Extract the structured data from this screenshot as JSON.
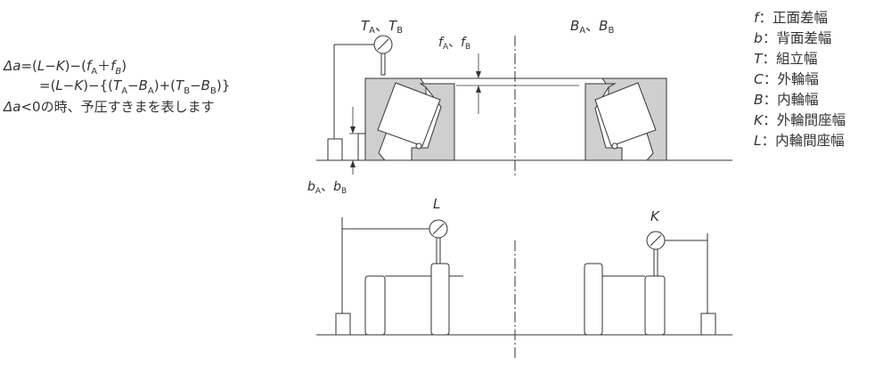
{
  "formula": {
    "line1": "Δa=(L−K)−(fA＋fB)",
    "line1_parts": {
      "a": "Δ",
      "b": "a",
      "c": "=(",
      "d": "L",
      "e": "−",
      "f": "K",
      "g": ")−(",
      "h": "f",
      "i": "A",
      "j": "＋",
      "k": "f",
      "l": "B",
      "m": ")"
    },
    "line2_parts": {
      "a": "=(",
      "b": "L",
      "c": "−",
      "d": "K",
      "e": ")−{(",
      "f": "T",
      "g": "A",
      "h": "−",
      "i": "B",
      "j": "A",
      "k": ")+(",
      "l": "T",
      "m": "B",
      "n": "−",
      "o": "B",
      "p": "B",
      "q": ")}"
    },
    "line3_parts": {
      "a": "Δ",
      "b": "a",
      "c": "<0の時、予圧すきまを表します"
    }
  },
  "legend": [
    {
      "symbol": "f",
      "text": "：正面差幅"
    },
    {
      "symbol": "b",
      "text": "：背面差幅"
    },
    {
      "symbol": "T",
      "text": "：組立幅"
    },
    {
      "symbol": "C",
      "text": "：外輪幅"
    },
    {
      "symbol": "B",
      "text": "：内輪幅"
    },
    {
      "symbol": "K",
      "text": "：外輪間座幅"
    },
    {
      "symbol": "L",
      "text": "：内輪間座幅"
    }
  ],
  "labels": {
    "t_main": "T",
    "t_a": "A",
    "t_sep": "、",
    "t_main2": "T",
    "t_b": "B",
    "b_main": "B",
    "b_a": "A",
    "b_sep": "、",
    "b_main2": "B",
    "b_b": "B",
    "f_main": "f",
    "f_a": "A",
    "f_sep": "、",
    "f_main2": "f",
    "f_b": "B",
    "bb_main": "b",
    "bb_a": "A",
    "bb_sep": "、",
    "bb_main2": "b",
    "bb_b": "B",
    "l_label": "L",
    "k_label": "K"
  }
}
